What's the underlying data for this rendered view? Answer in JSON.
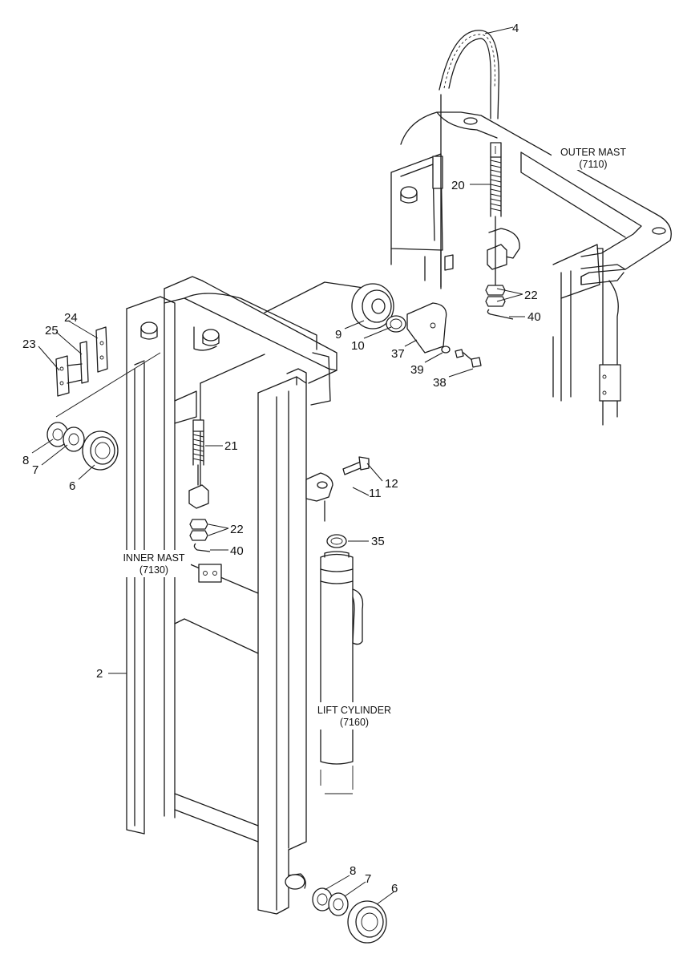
{
  "labels": {
    "outer_mast": "OUTER MAST",
    "outer_mast_code": "(7110)",
    "inner_mast": "INNER MAST",
    "inner_mast_code": "(7130)",
    "lift_cylinder": "LIFT CYLINDER",
    "lift_cylinder_code": "(7160)"
  },
  "callouts": {
    "c2": "2",
    "c4": "4",
    "c6a": "6",
    "c6b": "6",
    "c7a": "7",
    "c7b": "7",
    "c8a": "8",
    "c8b": "8",
    "c9": "9",
    "c10": "10",
    "c11": "11",
    "c12": "12",
    "c20": "20",
    "c21": "21",
    "c22a": "22",
    "c22b": "22",
    "c23": "23",
    "c24": "24",
    "c25": "25",
    "c35": "35",
    "c37": "37",
    "c38": "38",
    "c39": "39",
    "c40a": "40",
    "c40b": "40"
  }
}
